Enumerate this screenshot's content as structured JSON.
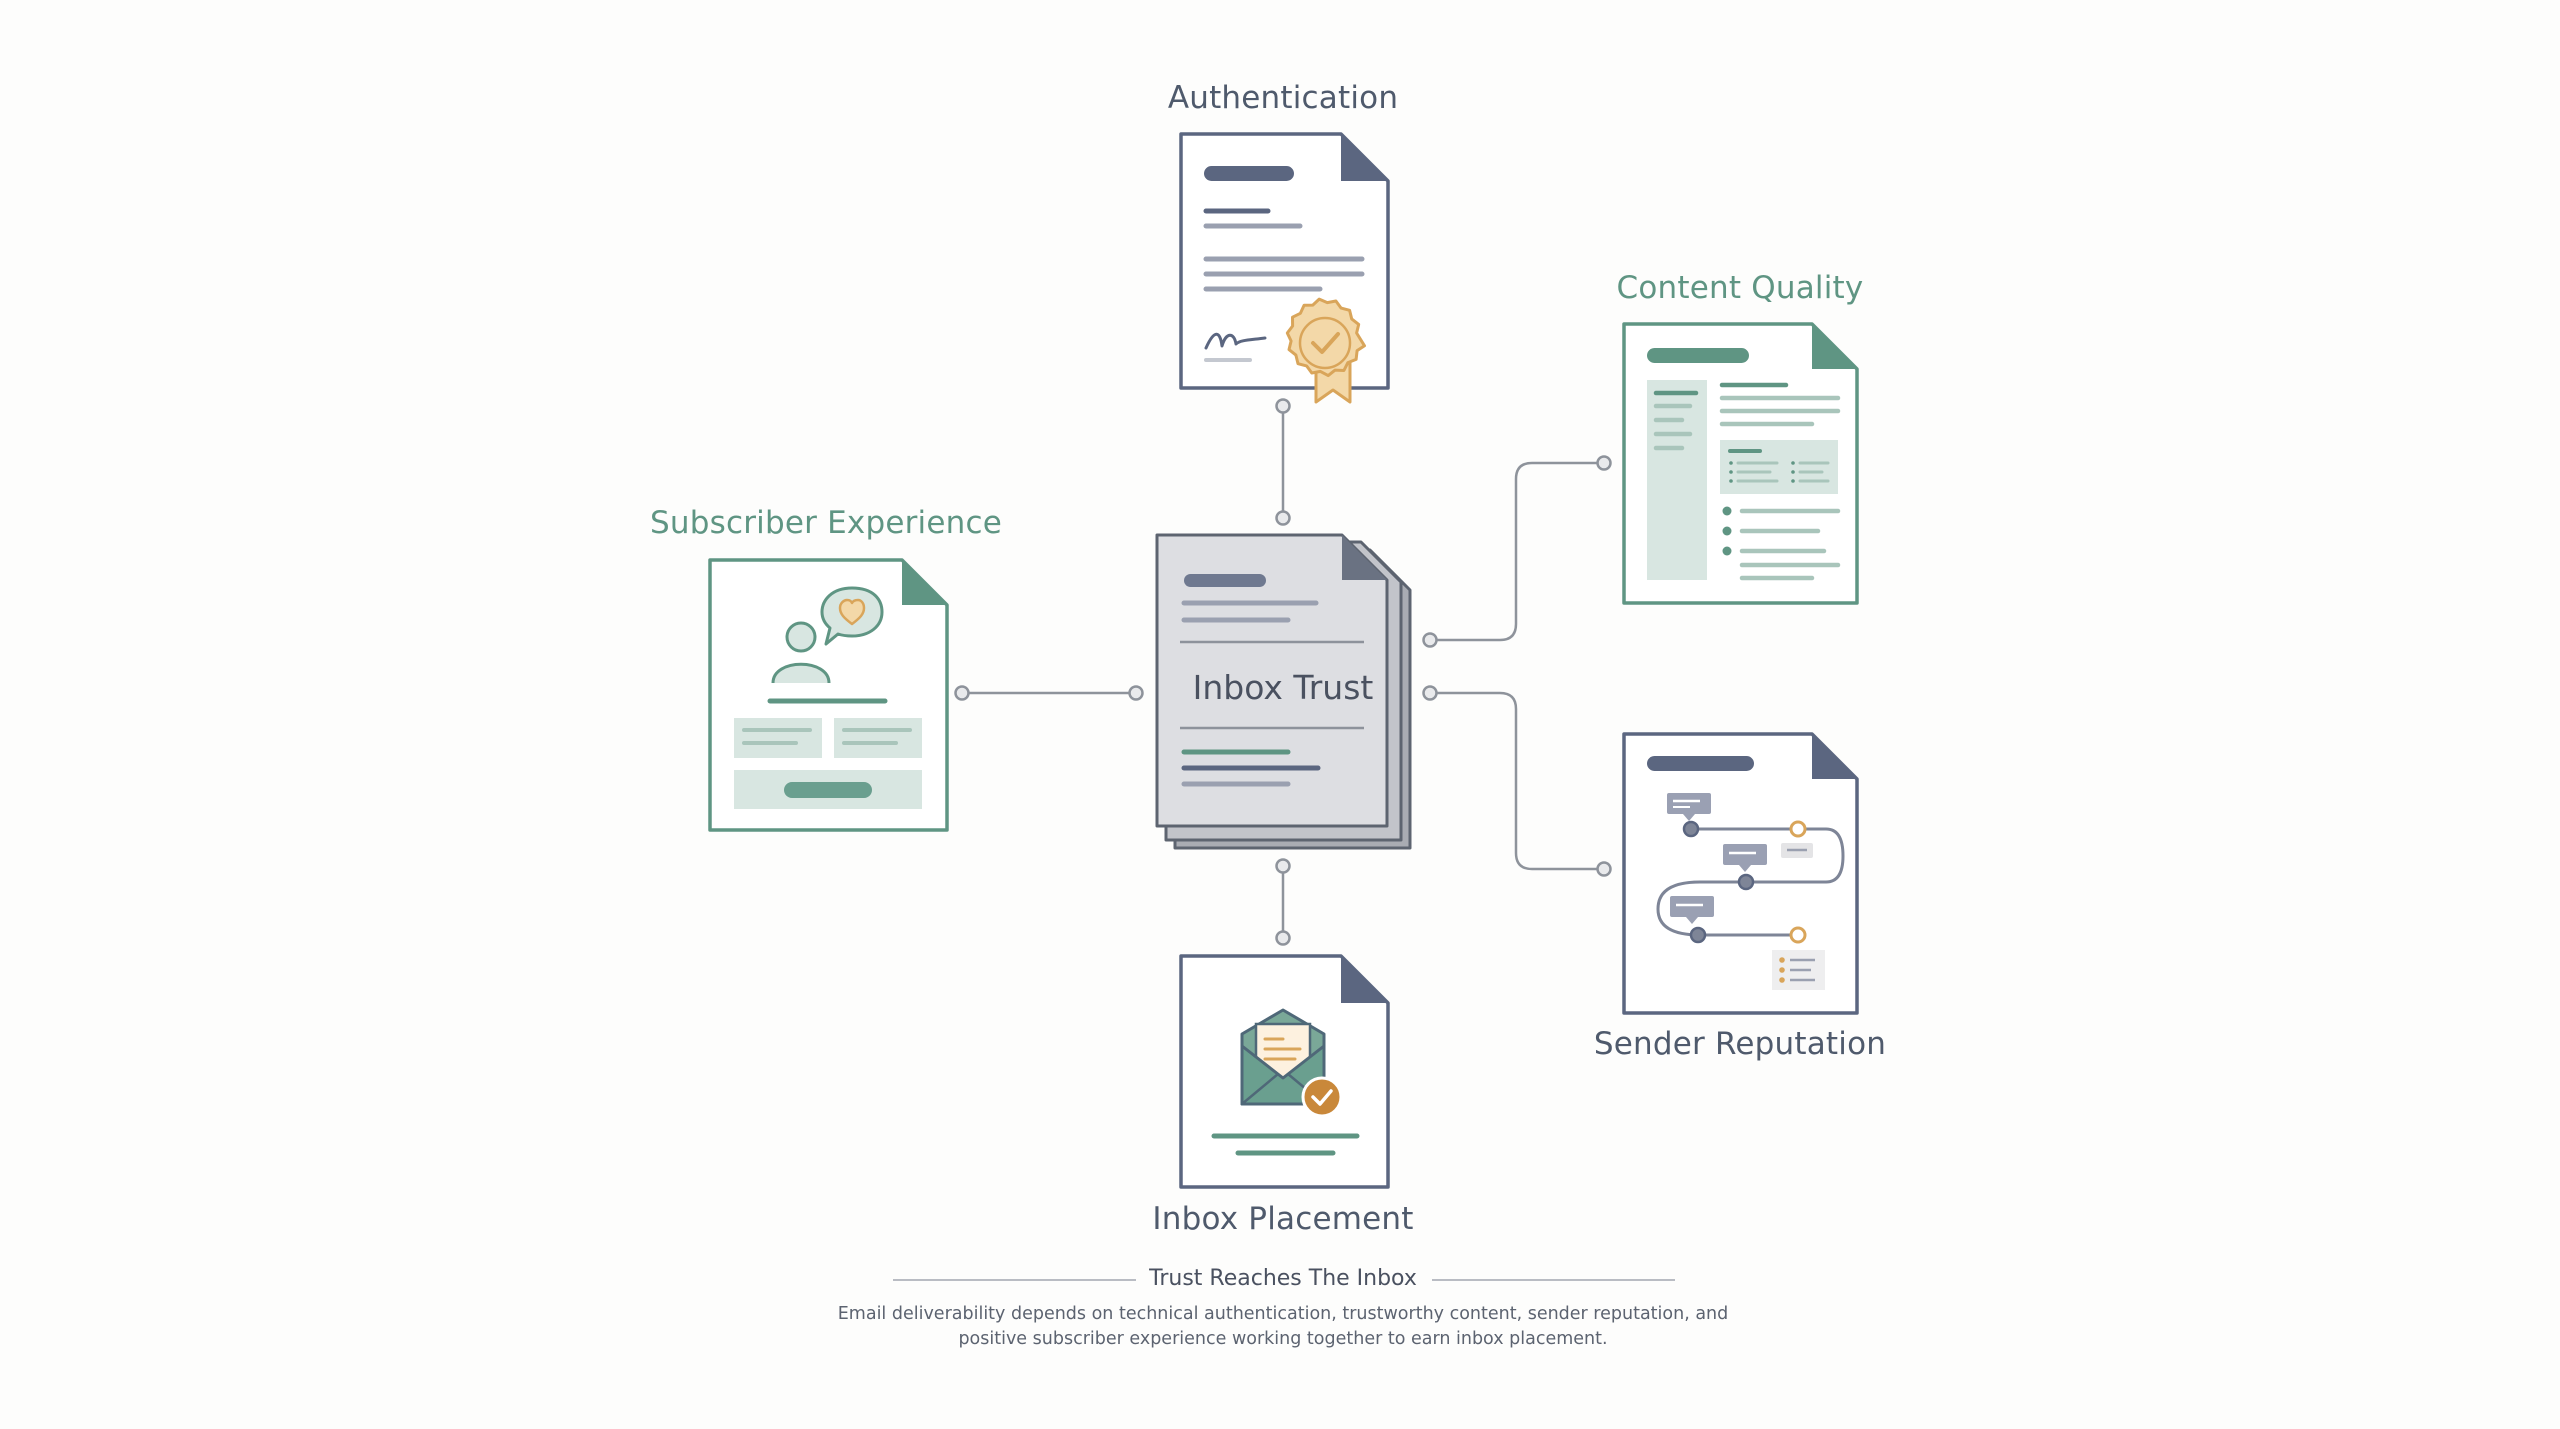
{
  "center": {
    "label": "Inbox Trust"
  },
  "nodes": {
    "authentication": {
      "label": "Authentication"
    },
    "content_quality": {
      "label": "Content Quality"
    },
    "subscriber_experience": {
      "label": "Subscriber Experience"
    },
    "sender_reputation": {
      "label": "Sender Reputation"
    },
    "inbox_placement": {
      "label": "Inbox Placement"
    }
  },
  "footer": {
    "title": "Trust Reaches The Inbox",
    "description": "Email deliverability depends on technical authentication, trustworthy content, sender reputation, and positive subscriber experience working together to earn inbox placement."
  },
  "colors": {
    "slate": "#5b6680",
    "teal": "#5f9583",
    "teal_light": "#d8e6e1",
    "gold": "#d9a55a",
    "gold_light": "#f3d8a8",
    "connector": "#8e939b",
    "center_fill": "#dddee2"
  },
  "icons": {
    "authentication": "document-certificate-icon",
    "content_quality": "document-layout-icon",
    "subscriber_experience": "person-heart-icon",
    "sender_reputation": "timeline-route-icon",
    "inbox_placement": "envelope-check-icon"
  }
}
